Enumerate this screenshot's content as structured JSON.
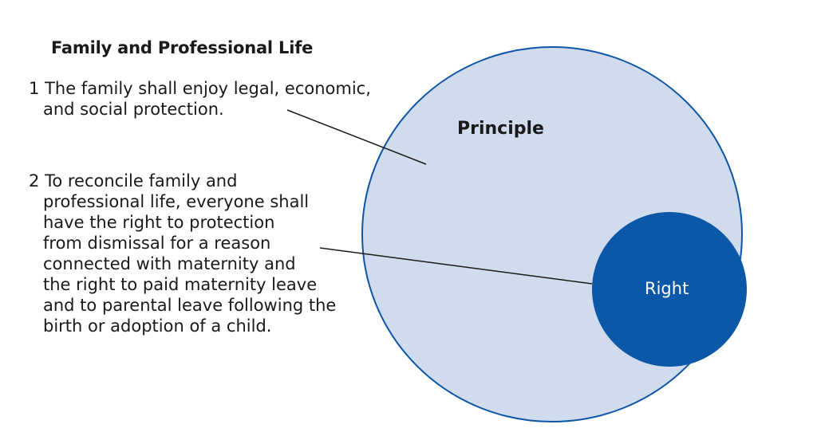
{
  "title": "Family and Professional Life",
  "paragraphs": [
    {
      "number": "1",
      "lines": [
        "The family shall enjoy legal, economic,",
        "and social protection."
      ]
    },
    {
      "number": "2",
      "lines": [
        "To reconcile family and",
        "professional life, everyone shall",
        "have the right to protection",
        "from dismissal for a reason",
        "connected with maternity and",
        "the right to paid maternity leave",
        "and to parental leave following the",
        "birth or adoption of a child."
      ]
    }
  ],
  "diagram": {
    "outer_label": "Principle",
    "inner_label": "Right"
  },
  "colors": {
    "outer_fill": "#d0dbee",
    "outer_stroke": "#0d56a6",
    "inner_fill": "#0b57a8",
    "connector": "#1a1a1a"
  }
}
